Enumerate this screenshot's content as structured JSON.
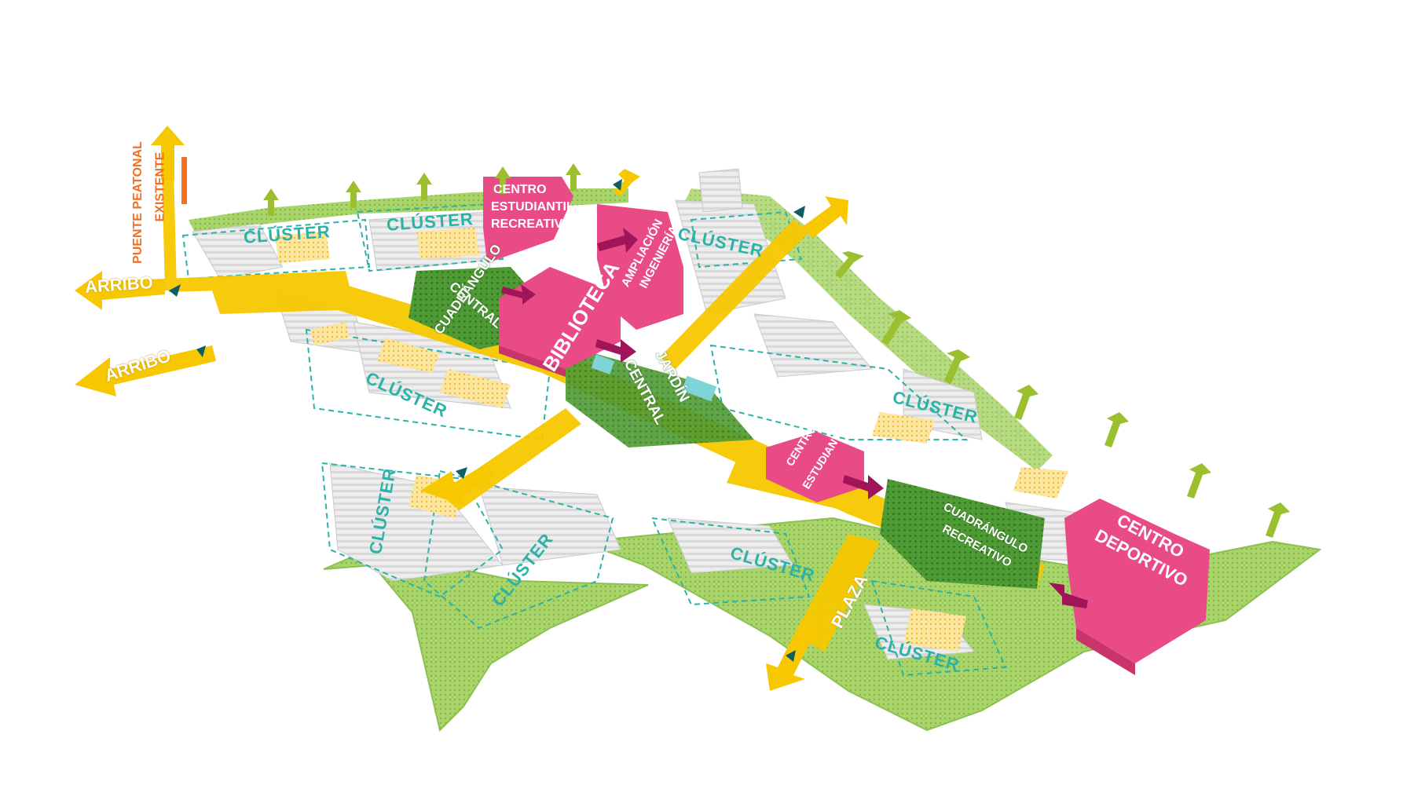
{
  "colors": {
    "green_ground": "#9ccc5a",
    "green_dark": "#3f8c2c",
    "yellow_path": "#f7c800",
    "pink_building": "#e94b86",
    "teal_dashed": "#2bb3a8",
    "grey_building": "#d6d6d6",
    "orange_label": "#f26f21",
    "olive_arrow": "#9bbf2f",
    "maroon_arrow": "#a0145a"
  },
  "labels": {
    "cluster": "CLÚSTER",
    "arribo": "ARRIBO",
    "puente_line1": "PUENTE PEATONAL",
    "puente_line2": "EXISTENTE",
    "centro_estudiantil_recreativo_1": "CENTRO",
    "centro_estudiantil_recreativo_2": "ESTUDIANTIL",
    "centro_estudiantil_recreativo_3": "RECREATIVO",
    "ampliacion_1": "AMPLIACIÓN",
    "ampliacion_2": "INGENIERÍA",
    "biblioteca": "BIBLIOTECA",
    "cuadrangulo_central_1": "CUADRÁNGULO",
    "cuadrangulo_central_2": "CENTRAL",
    "jardin_1": "JARDÍN",
    "jardin_2": "CENTRAL",
    "centro_estudiantil_1": "CENTRO",
    "centro_estudiantil_2": "ESTUDIANTIL",
    "cuadrangulo_recreativo_1": "CUADRÁNGULO",
    "cuadrangulo_recreativo_2": "RECREATIVO",
    "centro_deportivo_1": "CENTRO",
    "centro_deportivo_2": "DEPORTIVO",
    "plaza": "PLAZA"
  }
}
